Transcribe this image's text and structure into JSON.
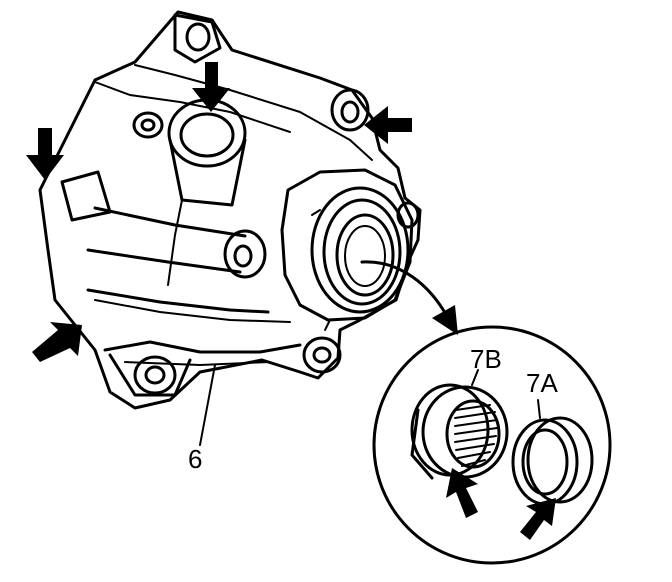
{
  "callouts": {
    "housing": "6",
    "bearing_b": "7B",
    "bearing_a": "7A"
  },
  "colors": {
    "ink": "#000000",
    "paper": "#ffffff"
  }
}
